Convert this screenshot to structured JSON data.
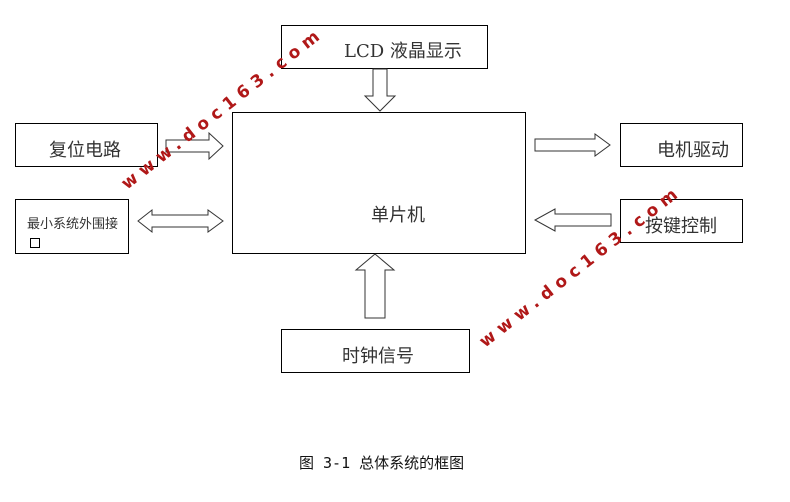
{
  "diagram": {
    "nodes": {
      "lcd": "LCD 液晶显示",
      "mcu": "单片机",
      "reset": "复位电路",
      "min_system": "最小系统外围接",
      "motor": "电机驱动",
      "keys": "按键控制",
      "clock": "时钟信号"
    },
    "edges": [
      {
        "from": "lcd",
        "to": "mcu",
        "direction": "down"
      },
      {
        "from": "reset",
        "to": "mcu",
        "direction": "right"
      },
      {
        "from": "min_system",
        "to": "mcu",
        "direction": "bidirectional"
      },
      {
        "from": "mcu",
        "to": "motor",
        "direction": "right"
      },
      {
        "from": "keys",
        "to": "mcu",
        "direction": "left"
      },
      {
        "from": "clock",
        "to": "mcu",
        "direction": "up"
      }
    ],
    "caption": "图 3-1 总体系统的框图"
  },
  "watermark": {
    "text": "www.doc163.com",
    "color": "#b01818"
  }
}
